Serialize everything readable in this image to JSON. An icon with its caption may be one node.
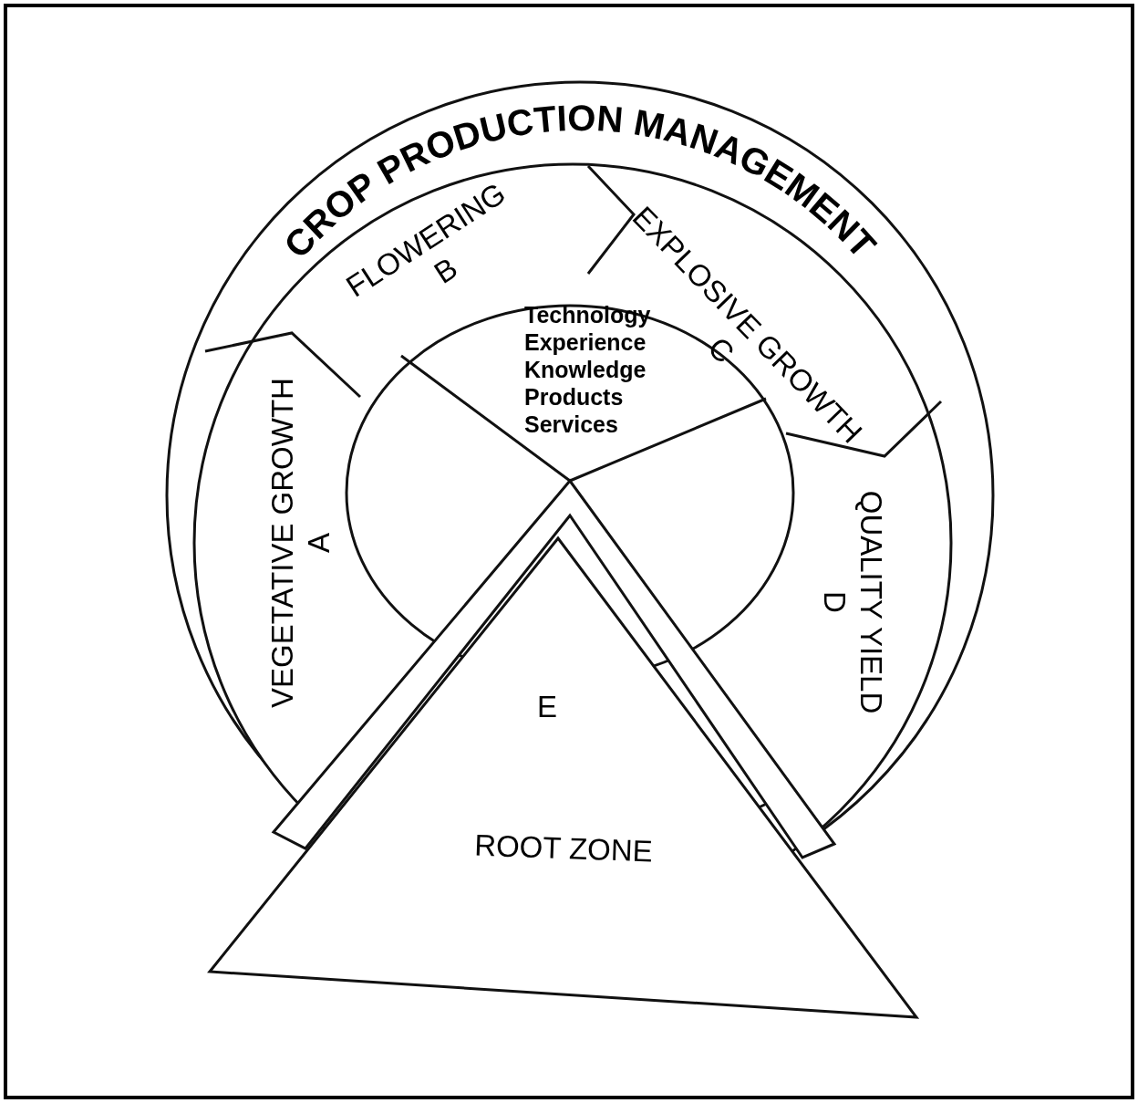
{
  "diagram": {
    "title": "CROP PRODUCTION MANAGEMENT",
    "nodes": [
      {
        "text": [
          "VEGETATIVE GROWTH",
          "A"
        ]
      },
      {
        "text": [
          "FLOWERING",
          "B"
        ]
      },
      {
        "text": [
          "EXPLOSIVE GROWTH",
          "C"
        ]
      },
      {
        "text": [
          "QUALITY YIELD",
          "D"
        ]
      },
      {
        "text": [
          "ROOT ZONE"
        ]
      },
      {
        "text": [
          "E"
        ]
      },
      {
        "text": [
          "Technology",
          "Experience",
          "Knowledge",
          "Products",
          "Services"
        ]
      }
    ]
  }
}
